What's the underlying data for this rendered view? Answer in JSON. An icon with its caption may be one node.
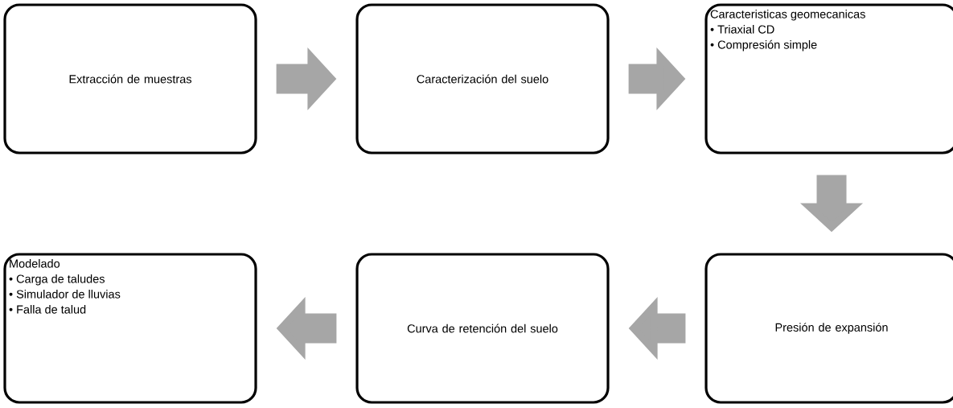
{
  "diagram": {
    "nodes": [
      {
        "text": [
          "Extracción de muestras"
        ]
      },
      {
        "text": [
          "Caracterización del suelo"
        ]
      },
      {
        "text": [
          "Caracteristicas geomecanicas",
          "• Triaxial CD",
          "• Compresión simple"
        ]
      },
      {
        "text": [
          "Presión de expansión"
        ]
      },
      {
        "text": [
          "Curva de retención del suelo"
        ]
      },
      {
        "text": [
          "Modelado",
          "• Carga de taludes",
          "• Simulador de lluvias",
          "• Falla de talud"
        ]
      }
    ],
    "edges": [
      {
        "from": 0,
        "to": 1,
        "arrow": "to"
      },
      {
        "from": 1,
        "to": 2,
        "arrow": "to"
      },
      {
        "from": 2,
        "to": 3,
        "arrow": "to"
      },
      {
        "from": 3,
        "to": 4,
        "arrow": "to"
      },
      {
        "from": 4,
        "to": 5,
        "arrow": "to"
      }
    ]
  }
}
